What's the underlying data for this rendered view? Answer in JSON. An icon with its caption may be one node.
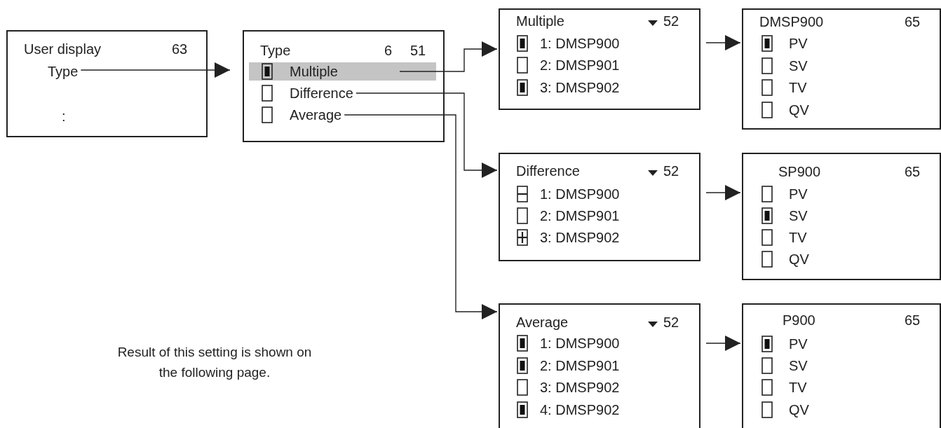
{
  "diagram": {
    "nodes": [
      {
        "text": [
          "User display",
          "63",
          ":"
        ]
      },
      {
        "text": [
          "Type"
        ],
        "in": 0
      },
      {
        "text": [
          "Type",
          "6",
          "51"
        ]
      },
      {
        "text": [
          "Multiple"
        ],
        "in": 2
      },
      {
        "text": [
          "Difference"
        ],
        "in": 2
      },
      {
        "text": [
          "Average"
        ],
        "in": 2
      },
      {
        "text": [
          "Multiple",
          "52",
          "1: DMSP900",
          "2: DMSP901",
          "3: DMSP902"
        ]
      },
      {
        "text": [
          "DMSP900",
          "65",
          "PV",
          "SV",
          "TV",
          "QV"
        ]
      },
      {
        "text": [
          "Difference",
          "52",
          "1: DMSP900",
          "2: DMSP901",
          "3: DMSP902"
        ]
      },
      {
        "text": [
          "SP900",
          "65",
          "PV",
          "SV",
          "TV",
          "QV"
        ]
      },
      {
        "text": [
          "Average",
          "52",
          "1: DMSP900",
          "2: DMSP901",
          "3: DMSP902",
          "4: DMSP902"
        ]
      },
      {
        "text": [
          "P900",
          "65",
          "PV",
          "SV",
          "TV",
          "QV"
        ]
      }
    ],
    "edges": [
      {
        "from": 1,
        "to": 2,
        "arrow": "to"
      },
      {
        "from": 3,
        "to": 6,
        "arrow": "to"
      },
      {
        "from": 4,
        "to": 8,
        "arrow": "to"
      },
      {
        "from": 5,
        "to": 10,
        "arrow": "to"
      },
      {
        "from": 6,
        "to": 7,
        "arrow": "to"
      },
      {
        "from": 8,
        "to": 9,
        "arrow": "to"
      },
      {
        "from": 10,
        "to": 11,
        "arrow": "to"
      }
    ],
    "labels": [
      "Result of this setting is shown on the following page."
    ]
  }
}
